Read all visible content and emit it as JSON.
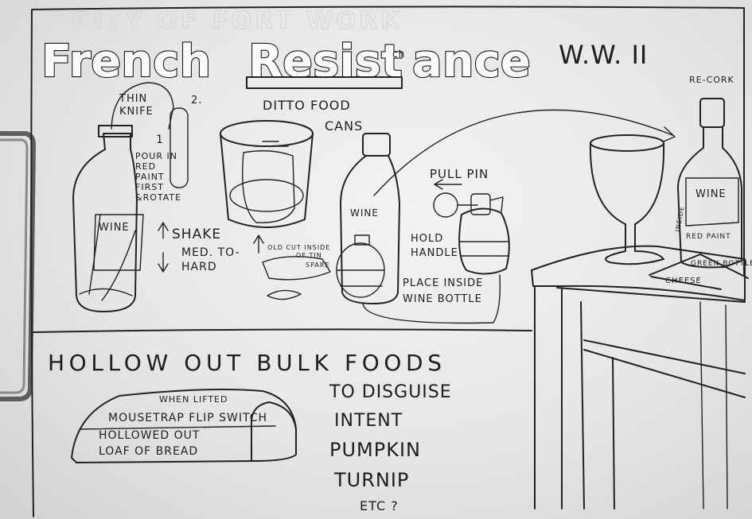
{
  "title": {
    "part1": "French",
    "part2a": "Resist",
    "part2b": "ance",
    "insert": "ch",
    "suffix": "W.W. II"
  },
  "watermark": "CITY OF FORT WORK",
  "notes": {
    "re_cork": "RE-CORK",
    "thin": "THIN",
    "knife": "KNIFE",
    "step2": "2.",
    "step1": "1",
    "pour_in": "POUR IN",
    "red": "RED",
    "paint": "PAINT",
    "first": "FIRST",
    "rotate": "&ROTATE",
    "wine_left": "WINE",
    "shake": "SHAKE",
    "med_to": "MED. TO-",
    "hard": "HARD",
    "ditto_food": "DITTO FOOD",
    "cans": "CANS",
    "old_cut_inside": "OLD CUT INSIDE",
    "of_tin": "OF TIN",
    "spare": "SPARE",
    "wine_mid": "WINE",
    "pull_pin": "PULL PIN",
    "hold": "HOLD",
    "handle": "HANDLE",
    "place_inside": "PLACE INSIDE",
    "wine_bottle": "WINE BOTTLE",
    "wine_right": "WINE",
    "inside": "INSIDE",
    "red_paint": "RED PAINT",
    "green_bottle": "GREEN BOTTLE",
    "cheese": "CHEESE",
    "hollow_out": "HOLLOW OUT BULK FOODS",
    "when_lifted": "WHEN LIFTED",
    "mousetrap": "MOUSETRAP FLIP SWITCH",
    "hollowed_out": "HOLLOWED OUT",
    "loaf": "LOAF OF BREAD",
    "to_disguise": "TO DISGUISE",
    "intent": "INTENT",
    "pumpkin": "PUMPKIN",
    "turnip": "TURNIP",
    "etc": "ETC ?"
  },
  "colors": {
    "ink": "#222222",
    "paper": "#efefed",
    "binder": "#6a6a68"
  }
}
